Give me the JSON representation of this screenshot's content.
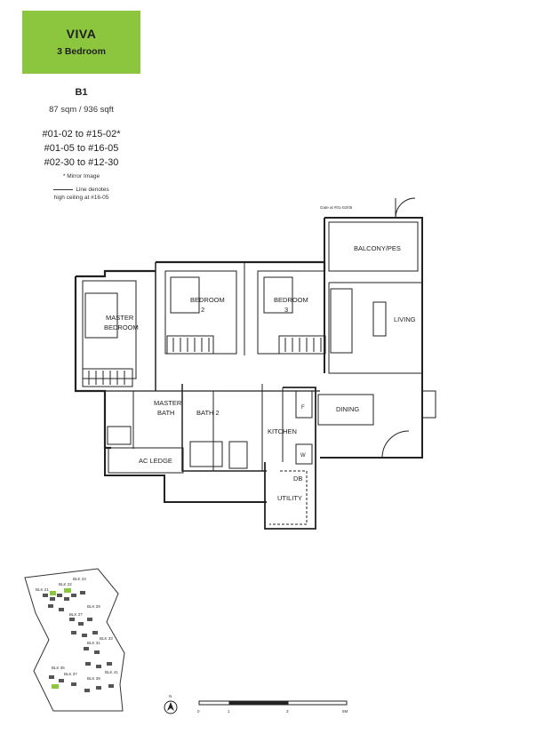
{
  "header": {
    "project": "VIVA",
    "type": "3 Bedroom",
    "accent_color": "#8cc63f"
  },
  "unit": {
    "code": "B1",
    "size": "87 sqm / 936 sqft",
    "stacks": [
      "#01-02 to #15-02*",
      "#01-05 to #16-05",
      "#02-30 to #12-30"
    ],
    "mirror_note": "* Mirror Image",
    "line_note_1": "Line denotes",
    "line_note_2": "high ceiling at #16-05"
  },
  "plan": {
    "gate_note": "Gate at #01-02/05",
    "rooms": {
      "balcony": "BALCONY/PES",
      "living": "LIVING",
      "dining": "DINING",
      "kitchen": "KITCHEN",
      "utility": "UTILITY",
      "db": "DB",
      "bedroom2_a": "BEDROOM",
      "bedroom2_b": "2",
      "bedroom3_a": "BEDROOM",
      "bedroom3_b": "3",
      "master_bedroom_a": "MASTER",
      "master_bedroom_b": "BEDROOM",
      "master_bath_a": "MASTER",
      "master_bath_b": "BATH",
      "bath2": "BATH 2",
      "ac_ledge": "AC LEDGE",
      "fridge": "F",
      "washer": "W"
    }
  },
  "site_plan": {
    "blocks": [
      "BLK 22",
      "BLK 23",
      "BLK 21",
      "BLK 29",
      "BLK 27",
      "BLK 33",
      "BLK 31",
      "BLK 35",
      "BLK 37",
      "BLK 39",
      "BLK 41"
    ],
    "highlight_color": "#8cc63f"
  },
  "scale": {
    "north": "N",
    "ticks": [
      "0",
      "1",
      "3",
      "5M"
    ]
  }
}
